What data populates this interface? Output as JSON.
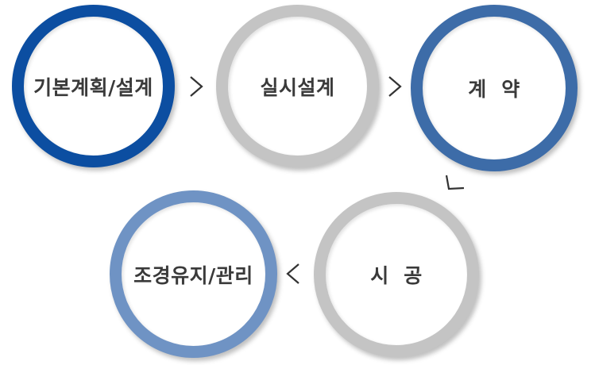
{
  "colors": {
    "dark_blue": "#0c4ea1",
    "medium_blue": "#3d6ca8",
    "light_blue": "#6f93c4",
    "gray": "#c4c4c4",
    "arrow": "#333333"
  },
  "steps": [
    {
      "label": "기본계획/설계",
      "color": "dark_blue"
    },
    {
      "label": "실시설계",
      "color": "gray"
    },
    {
      "label": "계  약",
      "color": "medium_blue"
    },
    {
      "label": "시  공",
      "color": "gray"
    },
    {
      "label": "조경유지/관리",
      "color": "light_blue"
    }
  ],
  "arrows": [
    {
      "icon": "chevron-right-icon"
    },
    {
      "icon": "chevron-right-icon"
    },
    {
      "icon": "chevron-down-left-icon"
    },
    {
      "icon": "chevron-left-icon"
    }
  ]
}
